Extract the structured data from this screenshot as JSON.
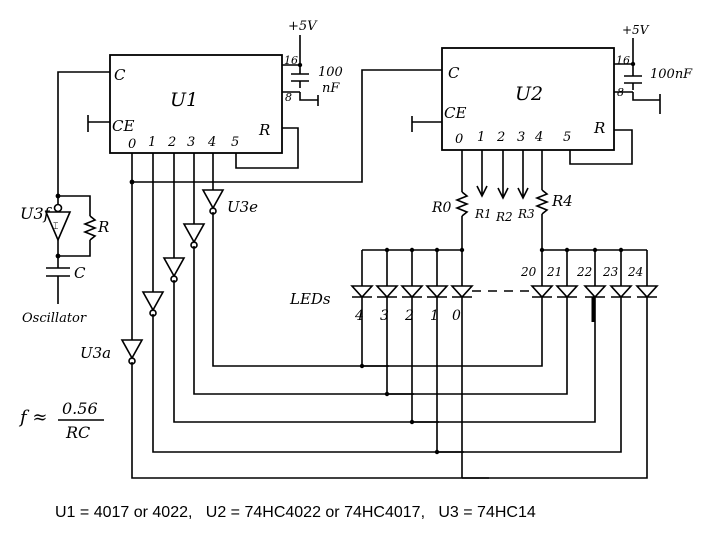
{
  "colors": {
    "ink": "#000000",
    "background": "#ffffff"
  },
  "u1": {
    "name": "U1",
    "clock": "C",
    "enable": "CE",
    "reset": "R",
    "pin16": "16",
    "pin8": "8",
    "outputs": [
      "0",
      "1",
      "2",
      "3",
      "4",
      "5"
    ]
  },
  "u2": {
    "name": "U2",
    "clock": "C",
    "enable": "CE",
    "reset": "R",
    "pin16": "16",
    "pin8": "8",
    "outputs": [
      "0",
      "1",
      "2",
      "3",
      "4",
      "5"
    ]
  },
  "supply": {
    "u1": "+5V",
    "u2": "+5V"
  },
  "decoupling": {
    "u1_value": "100",
    "u1_unit": "nF",
    "u2": "100nF"
  },
  "oscillator": {
    "gate": "U3f",
    "resistor": "R",
    "capacitor": "C",
    "label": "Oscillator",
    "schmitt": "⌶"
  },
  "inverters": {
    "first": "U3a",
    "last": "U3e"
  },
  "resistors": {
    "r0": "R0",
    "r1": "R1",
    "r2": "R2",
    "r3": "R3",
    "r4": "R4"
  },
  "leds": {
    "label": "LEDs",
    "left": [
      "4",
      "3",
      "2",
      "1",
      "0"
    ],
    "right": [
      "20",
      "21",
      "22",
      "23",
      "24"
    ]
  },
  "formula": {
    "lhs": "f ≈",
    "numerator": "0.56",
    "denominator": "RC"
  },
  "caption": "U1 = 4017 or 4022,   U2 = 74HC4022 or 74HC4017,   U3 = 74HC14"
}
